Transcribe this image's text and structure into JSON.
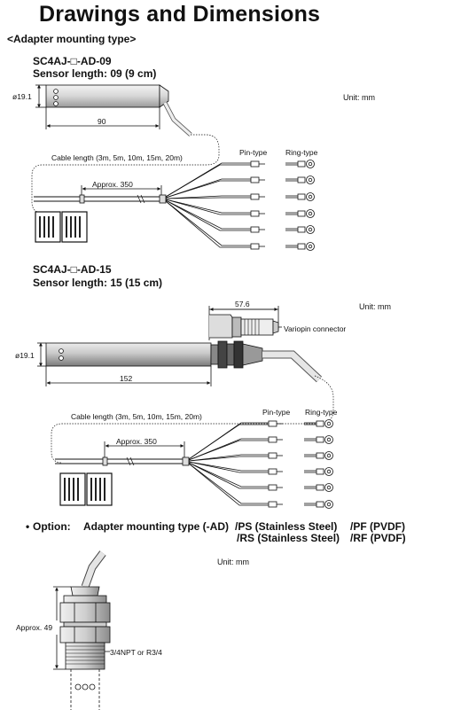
{
  "title": "Drawings and Dimensions",
  "subtitle": "<Adapter mounting type>",
  "section1": {
    "model": "SC4AJ-□-AD-09",
    "sensor_length": "Sensor length: 09 (9 cm)",
    "unit": "Unit: mm",
    "diameter": "ø19.1",
    "length": "90",
    "cable_length": "Cable length (3m, 5m, 10m, 15m, 20m)",
    "approx": "Approx. 350",
    "pin_type": "Pin-type",
    "ring_type": "Ring-type"
  },
  "section2": {
    "model": "SC4AJ-□-AD-15",
    "sensor_length": "Sensor length: 15 (15 cm)",
    "unit": "Unit: mm",
    "connector_length": "57.6",
    "connector_label": "Variopin connector",
    "diameter": "ø19.1",
    "length": "152",
    "cable_length": "Cable length (3m, 5m, 10m, 15m, 20m)",
    "approx": "Approx. 350",
    "pin_type": "Pin-type",
    "ring_type": "Ring-type"
  },
  "option": {
    "bullet": "•",
    "label": "Option:",
    "type": "Adapter mounting type (-AD)",
    "ps": "/PS (Stainless Steel)",
    "pf": "/PF (PVDF)",
    "rs": "/RS (Stainless Steel)",
    "rf": "/RF (PVDF)"
  },
  "adapter": {
    "unit": "Unit: mm",
    "height": "Approx. 49",
    "thread": "3/4NPT or R3/4"
  }
}
